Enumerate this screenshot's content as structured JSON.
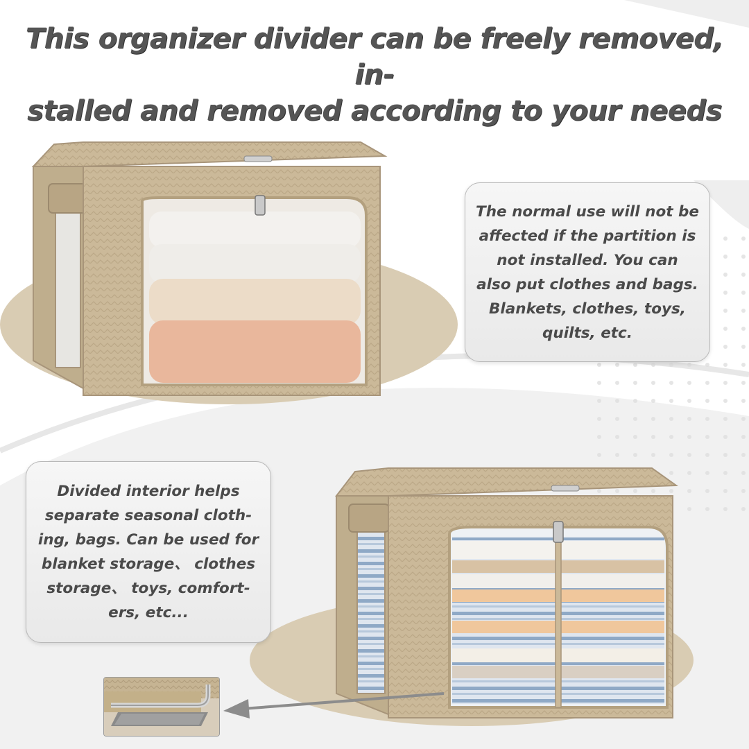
{
  "headline": {
    "line1": "This organizer divider can be freely removed, in-",
    "line2": "stalled and removed according to your needs"
  },
  "card_right": {
    "lines": [
      "The normal use will not be",
      "affected if the partition is",
      "not installed. You can",
      "also put clothes and bags.",
      "Blankets, clothes, toys,",
      "quilts, etc."
    ]
  },
  "card_left": {
    "lines": [
      "Divided interior helps",
      "separate seasonal cloth-",
      "ing, bags. Can be used for",
      "blanket storage、 clothes",
      "storage、 toys, comfort-",
      "ers, etc..."
    ]
  },
  "colors": {
    "fabric": "#c9b796",
    "fabric_dark": "#a8957a",
    "podium": "#d9ccb3",
    "blanket_white": "#f1efeb",
    "blanket_cream": "#ecdcc8",
    "blanket_peach": "#e9b79c",
    "stripe_blue": "#8fa9c6"
  }
}
